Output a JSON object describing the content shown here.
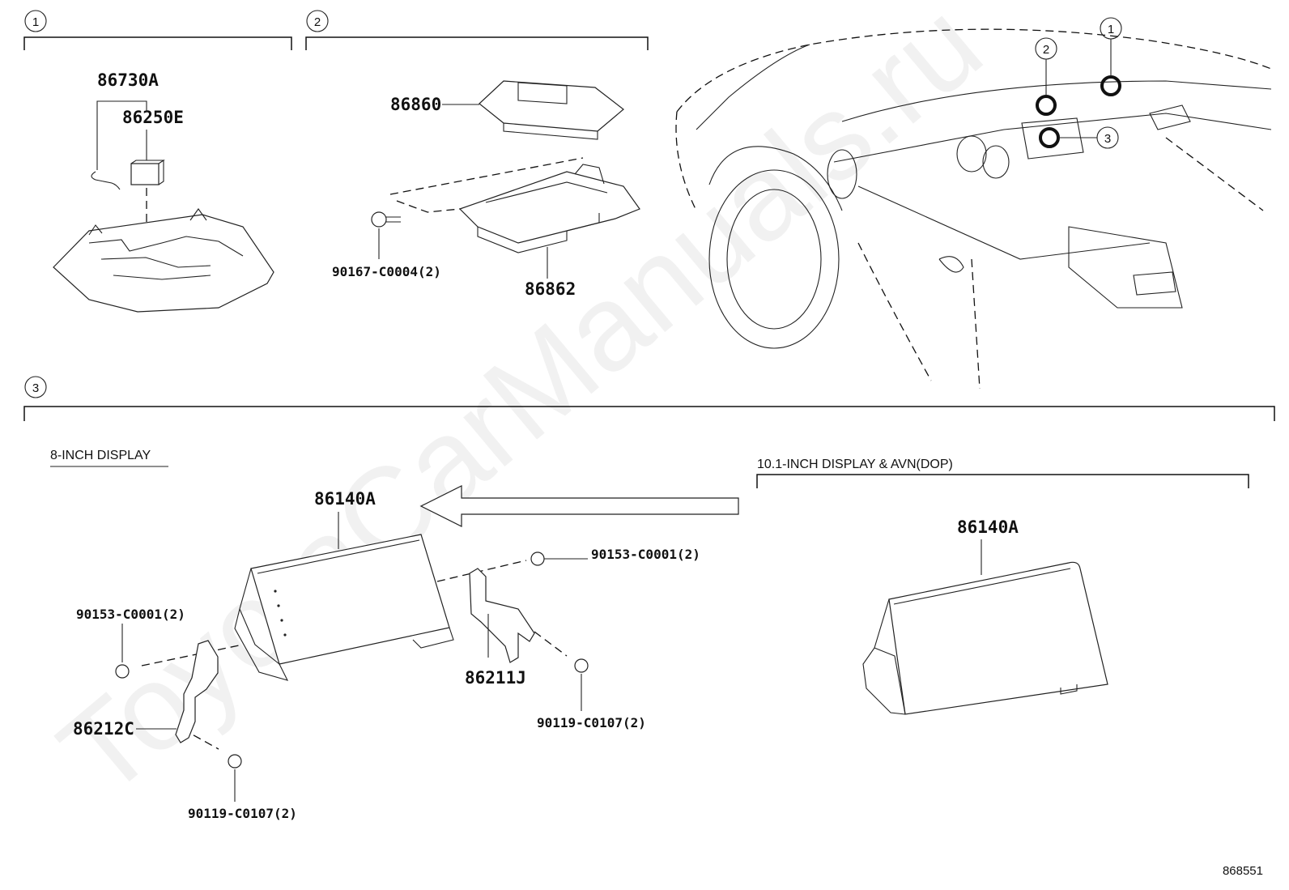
{
  "diagram": {
    "watermark": "ToyotaCarManuals.ru",
    "figure_number": "868551",
    "sections": [
      {
        "marker": "1"
      },
      {
        "marker": "2"
      },
      {
        "marker": "3"
      }
    ],
    "section1": {
      "parts": [
        "86730A",
        "86250E"
      ]
    },
    "section2": {
      "parts": [
        "86860",
        "86862",
        "90167-C0004(2)"
      ]
    },
    "overview": {
      "callouts": [
        "1",
        "2",
        "3"
      ]
    },
    "section3": {
      "left_title": "8-INCH DISPLAY",
      "right_title": "10.1-INCH DISPLAY & AVN(DOP)",
      "left_parts": {
        "display": "86140A",
        "screw_right_top": "90153-C0001(2)",
        "screw_left_top": "90153-C0001(2)",
        "bracket_right": "86211J",
        "bracket_left": "86212C",
        "screw_right_bottom": "90119-C0107(2)",
        "screw_left_bottom": "90119-C0107(2)"
      },
      "right_parts": {
        "display": "86140A"
      }
    }
  }
}
